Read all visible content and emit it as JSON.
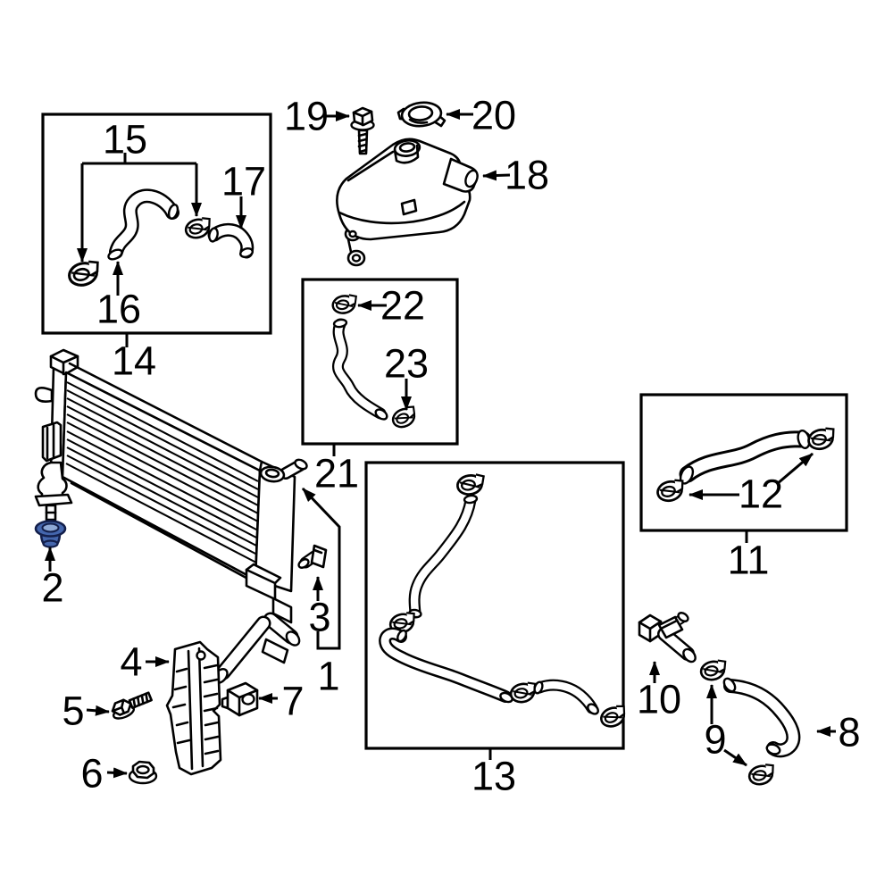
{
  "diagram": {
    "type": "exploded-parts-diagram",
    "subject": "Radiator and cooling hose parts diagram",
    "background_color": "#ffffff",
    "line_color": "#000000",
    "highlight_fill": "#4466ad",
    "highlight_fill_light": "#8ea9d6",
    "highlight_stroke": "#131f4b",
    "highlighted_part_label": "2"
  },
  "parts": {
    "p1": "1",
    "p2": "2",
    "p3": "3",
    "p4": "4",
    "p5": "5",
    "p6": "6",
    "p7": "7",
    "p8": "8",
    "p9": "9",
    "p10": "10",
    "p11": "11",
    "p12": "12",
    "p13": "13",
    "p14": "14",
    "p15": "15",
    "p16": "16",
    "p17": "17",
    "p18": "18",
    "p19": "19",
    "p20": "20",
    "p21": "21",
    "p22": "22",
    "p23": "23"
  }
}
